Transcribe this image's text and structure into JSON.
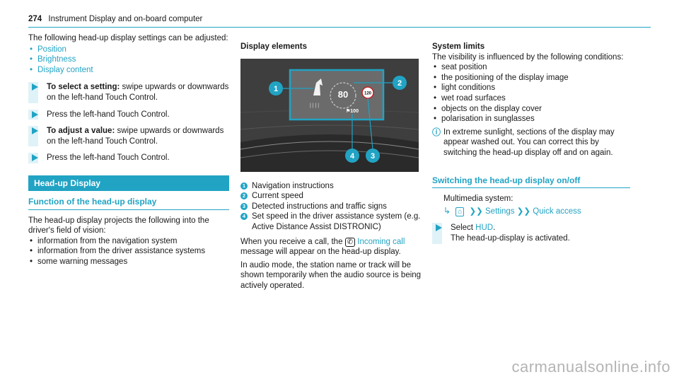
{
  "header": {
    "page_number": "274",
    "title": "Instrument Display and on-board computer"
  },
  "col1": {
    "intro": "The following head-up display settings can be adjusted:",
    "settings": [
      "Position",
      "Brightness",
      "Display content"
    ],
    "step1_bold": "To select a setting:",
    "step1_text": " swipe upwards or downwards on the left-hand Touch Control.",
    "step2": "Press the left-hand Touch Control.",
    "step3_bold": "To adjust a value:",
    "step3_text": " swipe upwards or downwards on the left-hand Touch Control.",
    "step4": "Press the left-hand Touch Control.",
    "section_title": "Head-up Display",
    "subsection_title": "Function of the head-up display",
    "function_intro": "The head-up display projects the following into the driver's field of vision:",
    "function_items": [
      "information from the navigation system",
      "information from the driver assistance systems",
      "some warning messages"
    ]
  },
  "col2": {
    "heading": "Display elements",
    "figure": {
      "speed": "80",
      "sign_value": "120",
      "set_speed": "100",
      "callout_labels": [
        "1",
        "2",
        "3",
        "4"
      ]
    },
    "elements": [
      {
        "num": "1",
        "text": "Navigation instructions"
      },
      {
        "num": "2",
        "text": "Current speed"
      },
      {
        "num": "3",
        "text": "Detected instructions and traffic signs"
      },
      {
        "num": "4",
        "text": "Set speed in the driver assistance system (e.g. Active Distance Assist DISTRONIC)"
      }
    ],
    "call_pre": "When you receive a call, the ",
    "call_link": "Incoming call",
    "call_post": " message will appear on the head-up display.",
    "audio_text": "In audio mode, the station name or track will be shown temporarily when the audio source is being actively operated."
  },
  "col3": {
    "heading": "System limits",
    "intro": "The visibility is influenced by the following conditions:",
    "conditions": [
      "seat position",
      "the positioning of the display image",
      "light conditions",
      "wet road surfaces",
      "objects on the display cover",
      "polarisation in sunglasses"
    ],
    "note": "In extreme sunlight, sections of the display may appear washed out. You can correct this by switching the head-up display off and on again.",
    "subsection_title": "Switching the head-up display on/off",
    "multimedia_label": "Multimedia system:",
    "path_settings": "Settings",
    "path_quick": "Quick access",
    "select_pre": "Select ",
    "select_link": "HUD",
    "select_post": ".",
    "activated": "The head-up-display is activated."
  },
  "watermark": "carmanualsonline.info",
  "colors": {
    "accent": "#21a3c4",
    "accent_light": "#dff2f8"
  }
}
